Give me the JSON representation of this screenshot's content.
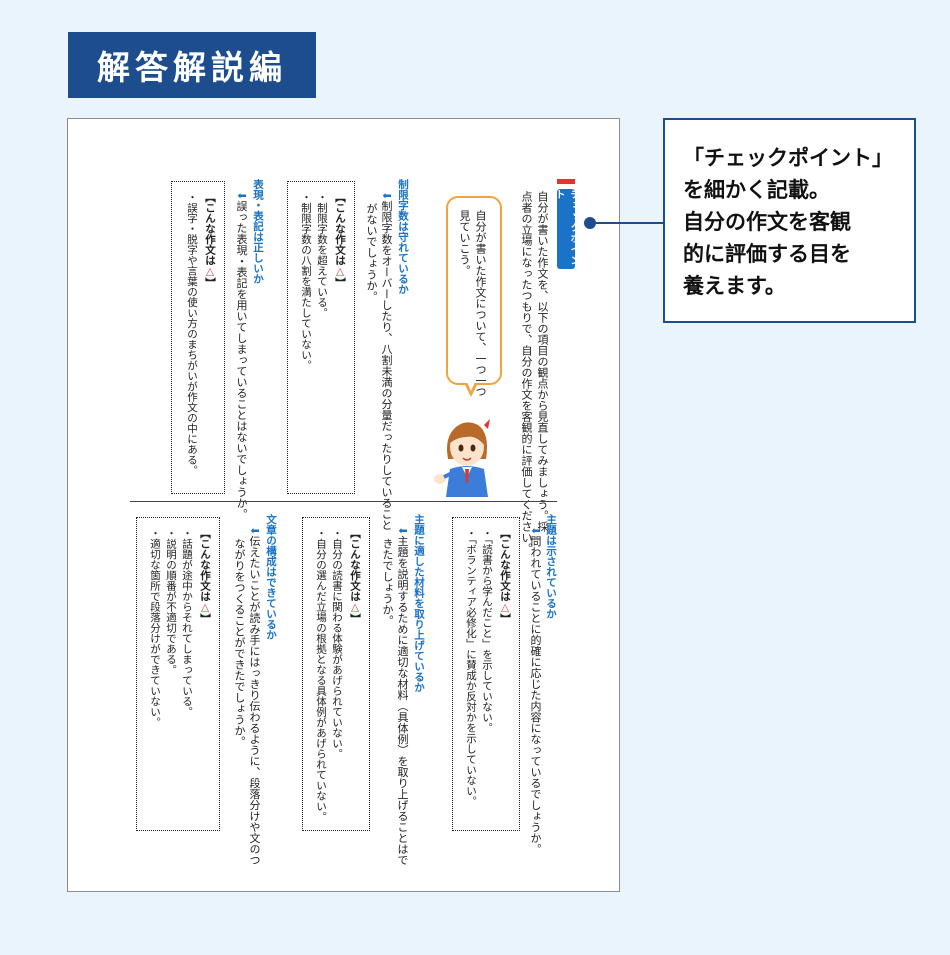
{
  "title": "解答解説編",
  "callout": {
    "lines": [
      "「チェックポイント」",
      "を細かく記載。",
      "自分の作文を客観",
      "的に評価する目を",
      "養えます。"
    ]
  },
  "page": {
    "checkpoint_label": "チェックポイント",
    "intro": [
      "自分が書いた作文を、以下の項目の観点から見直してみましょう。採",
      "点者の立場になったつもりで、自分の作文を客観的に評価してください。"
    ],
    "bubble": [
      "自分が書いた作文について、一つ一つ",
      "見ていこう。"
    ],
    "box_title": "【こんな作文は",
    "box_title_end": "】",
    "triangle": "△",
    "arrow": "⬇",
    "sections": [
      {
        "heading": "制限字数は守れているか",
        "question": [
          "制限字数をオーバーしたり、八割未満の分量だったりしていること",
          "がないでしょうか。"
        ],
        "items": [
          "・制限字数を超えている。",
          "・制限字数の八割を満たしていない。"
        ]
      },
      {
        "heading": "表現・表記は正しいか",
        "question": [
          "誤った表現・表記を用いてしまっていることはないでしょうか。"
        ],
        "items": [
          "・誤字・脱字や言葉の使い方のまちがいが作文の中にある。"
        ]
      },
      {
        "heading": "主題は示されているか",
        "question": [
          "問われていることに的確に応じた内容になっているでしょうか。"
        ],
        "items": [
          "・「読書から学んだこと」を示していない。",
          "・「ボランティア必修化」に賛成か反対かを示していない。"
        ]
      },
      {
        "heading": "主題に適した材料を取り上げているか",
        "question": [
          "主題を説明するために適切な材料（具体例）を取り上げることはで",
          "きたでしょうか。"
        ],
        "items": [
          "・自分の読書に関わる体験があげられていない。",
          "・自分の選んだ立場の根拠となる具体例があげられていない。"
        ]
      },
      {
        "heading": "文章の構成はできているか",
        "question": [
          "伝えたいことが読み手にはっきり伝わるように、段落分けや文のつ",
          "ながりをつくることができたでしょうか。"
        ],
        "items": [
          "・話題が途中からそれてしまっている。",
          "・説明の順番が不適切である。",
          "・適切な箇所で段落分けができていない。"
        ]
      }
    ]
  }
}
